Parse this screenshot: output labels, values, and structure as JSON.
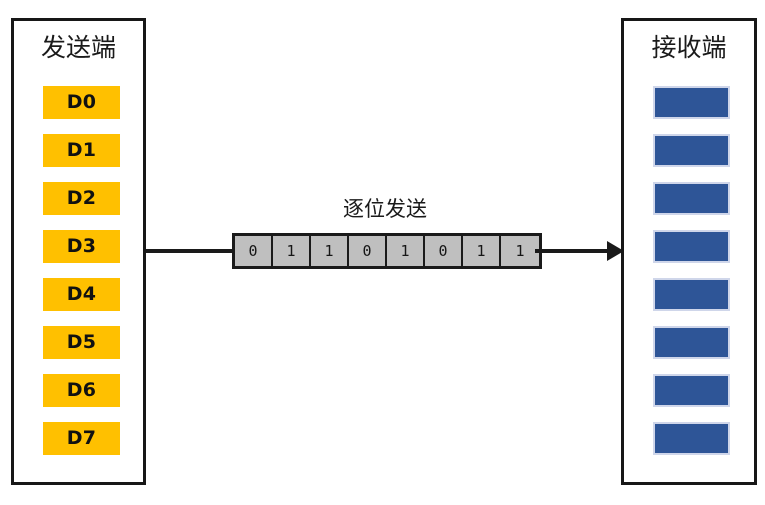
{
  "diagram": {
    "title_sender": "发送端",
    "title_receiver": "接收端",
    "caption_serial": "逐位发送",
    "colors": {
      "sender_block": "#FFC000",
      "receiver_block": "#2E5597",
      "bit_cell": "#BFBFBF",
      "outline": "#1A1A1A",
      "background": "#FFFFFF"
    },
    "sender": {
      "label": "发送端",
      "blocks": [
        {
          "label": "D0"
        },
        {
          "label": "D1"
        },
        {
          "label": "D2"
        },
        {
          "label": "D3"
        },
        {
          "label": "D4"
        },
        {
          "label": "D5"
        },
        {
          "label": "D6"
        },
        {
          "label": "D7"
        }
      ]
    },
    "receiver": {
      "label": "接收端",
      "blocks": [
        {
          "label": ""
        },
        {
          "label": ""
        },
        {
          "label": ""
        },
        {
          "label": ""
        },
        {
          "label": ""
        },
        {
          "label": ""
        },
        {
          "label": ""
        },
        {
          "label": ""
        }
      ]
    },
    "serial_line": {
      "caption": "逐位发送",
      "bits": [
        "0",
        "1",
        "1",
        "0",
        "1",
        "0",
        "1",
        "1"
      ],
      "direction": "left-to-right"
    }
  }
}
